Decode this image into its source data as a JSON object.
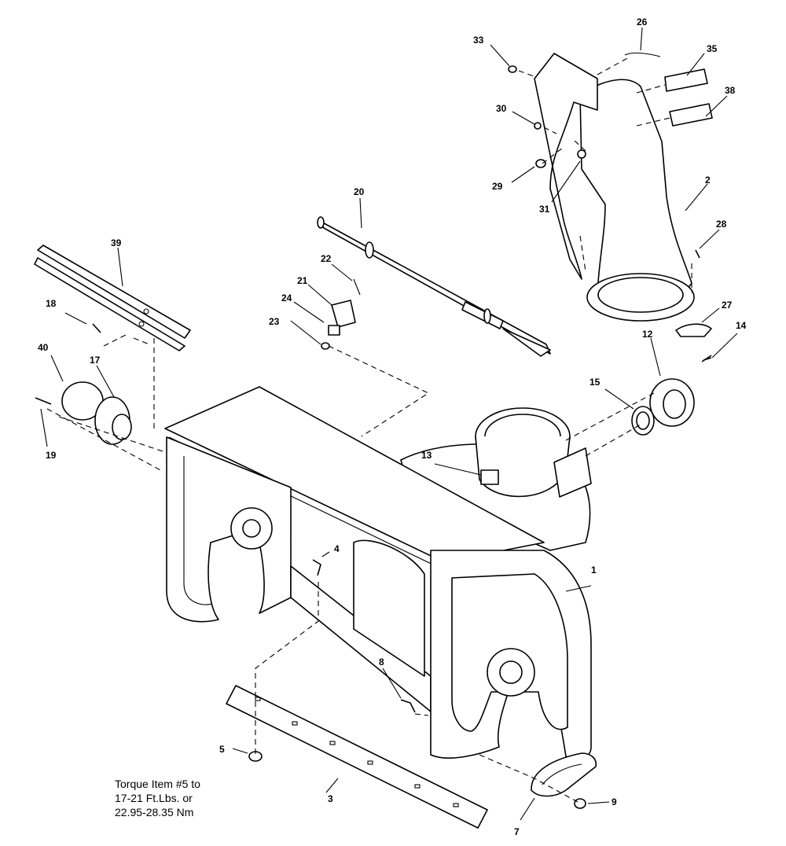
{
  "callouts": {
    "c1": "1",
    "c2": "2",
    "c3": "3",
    "c4": "4",
    "c5": "5",
    "c7": "7",
    "c8": "8",
    "c9": "9",
    "c12": "12",
    "c13": "13",
    "c14": "14",
    "c15": "15",
    "c17": "17",
    "c18": "18",
    "c19": "19",
    "c20": "20",
    "c21": "21",
    "c22": "22",
    "c23": "23",
    "c24": "24",
    "c26": "26",
    "c27": "27",
    "c28": "28",
    "c29": "29",
    "c30": "30",
    "c31": "31",
    "c33": "33",
    "c35": "35",
    "c38": "38",
    "c39": "39",
    "c40": "40"
  },
  "note": {
    "line1": "Torque Item #5 to",
    "line2": "17-21 Ft.Lbs. or",
    "line3": "22.95-28.35 Nm"
  }
}
